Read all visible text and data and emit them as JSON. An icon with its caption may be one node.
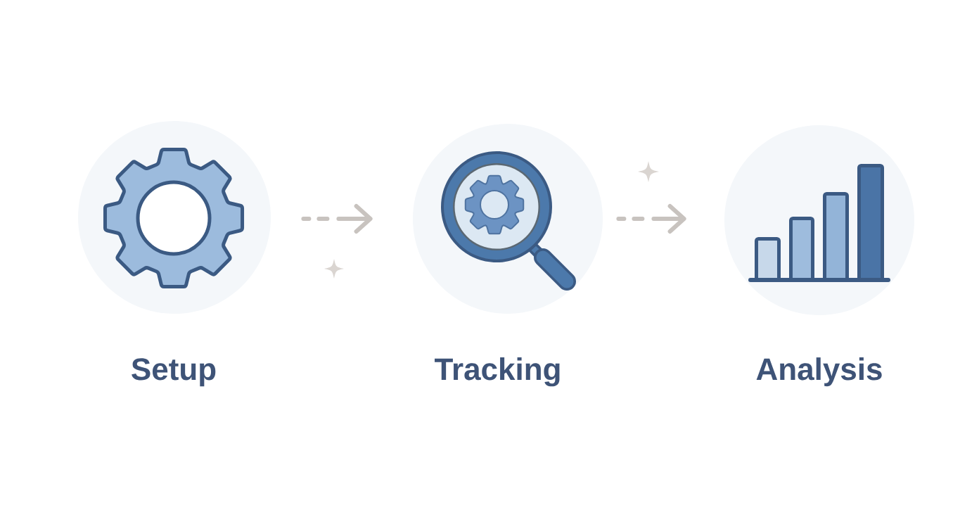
{
  "diagram": {
    "nodes": [
      {
        "text": [],
        "shape": "picture",
        "beside": [
          "Setup"
        ]
      },
      {
        "text": [],
        "shape": "picture",
        "beside": [
          "Tracking"
        ]
      },
      {
        "text": [],
        "shape": "picture",
        "beside": [
          "Analysis"
        ]
      }
    ],
    "edges": [
      {
        "from": 0,
        "to": 1,
        "arrow": "to",
        "style": "dashed"
      },
      {
        "from": 1,
        "to": 2,
        "arrow": "to",
        "style": "dashed"
      }
    ]
  }
}
